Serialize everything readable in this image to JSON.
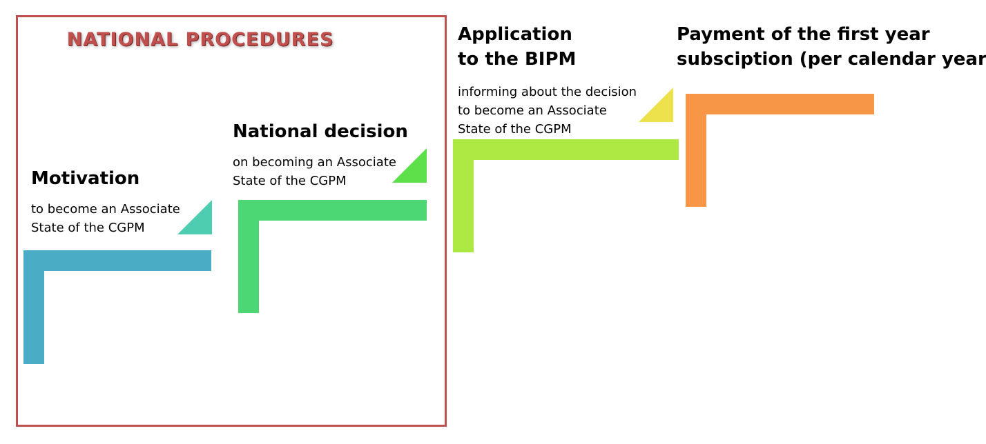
{
  "frame": {
    "title": "NATIONAL PROCEDURES",
    "border_color": "#c0504d"
  },
  "steps": [
    {
      "heading": [
        "Motivation"
      ],
      "description": [
        "to become an Associate",
        "State of the CGPM"
      ],
      "bar_color": "#4bacc6",
      "triangle_color": "#4ecdb1"
    },
    {
      "heading": [
        "National decision"
      ],
      "description": [
        "on becoming an Associate",
        "State of the CGPM"
      ],
      "bar_color": "#4cd674",
      "triangle_color": "#5ee04a"
    },
    {
      "heading": [
        "Application",
        "to the BIPM"
      ],
      "description": [
        "informing about  the decision",
        "to become an Associate",
        "State of the CGPM"
      ],
      "bar_color": "#aee843",
      "triangle_color": "#ede24b"
    },
    {
      "heading": [
        "Payment of the first year",
        "subsciption (per calendar year)"
      ],
      "description": [],
      "bar_color": "#f79646",
      "triangle_color": ""
    }
  ]
}
